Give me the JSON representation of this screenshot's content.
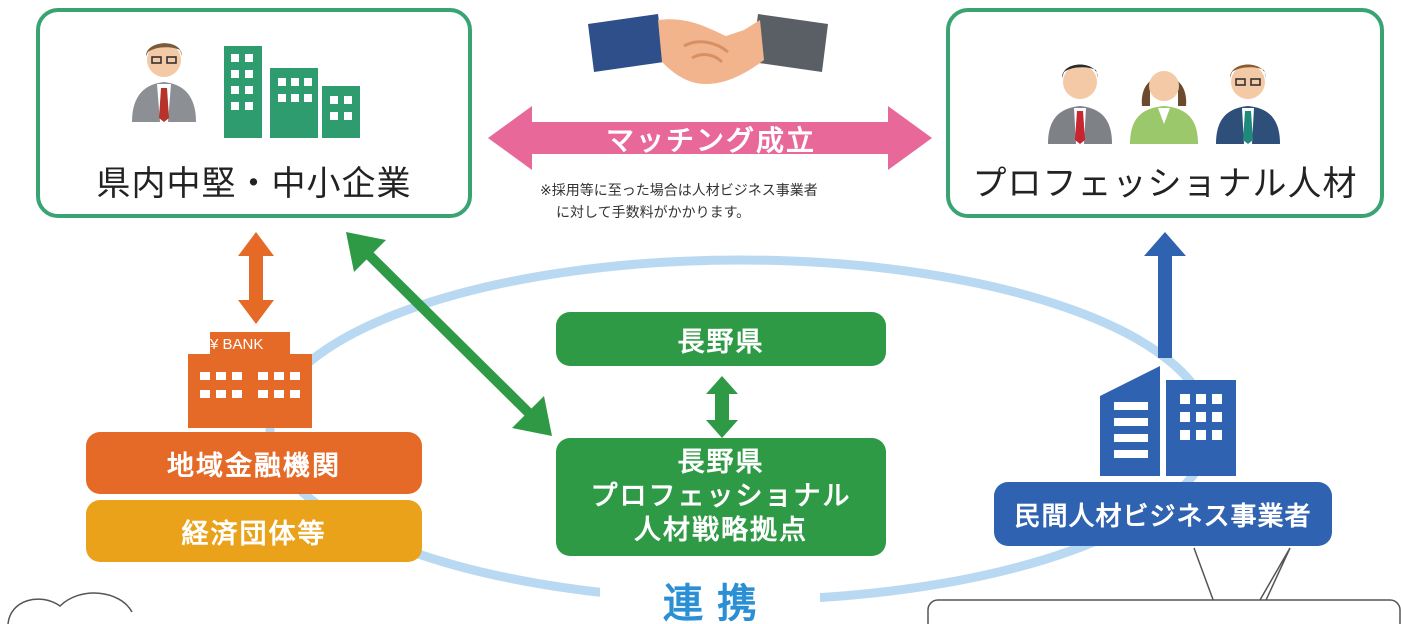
{
  "nodes": {
    "companies": "県内中堅・中小企業",
    "professionals": "プロフェッショナル人材",
    "matching": "マッチング成立",
    "note_line1": "※採用等に至った場合は人材ビジネス事業者",
    "note_line2": "に対して手数料がかかります。",
    "prefecture": "長野県",
    "hub_line1": "長野県",
    "hub_line2": "プロフェッショナル",
    "hub_line3": "人材戦略拠点",
    "bank_sign": "¥ BANK",
    "regional_finance": "地域金融機関",
    "economic_orgs": "経済団体等",
    "private_business": "民間人材ビジネス事業者",
    "cooperation": "連 携"
  },
  "colors": {
    "card_border": "#3aa374",
    "matching_pink": "#e8689a",
    "orange": "#e56a28",
    "amber": "#e9a21a",
    "green": "#2f9a45",
    "blue": "#2f62b0",
    "ellipse": "#b9d9f2",
    "cooperation_text": "#2a8fd4"
  }
}
